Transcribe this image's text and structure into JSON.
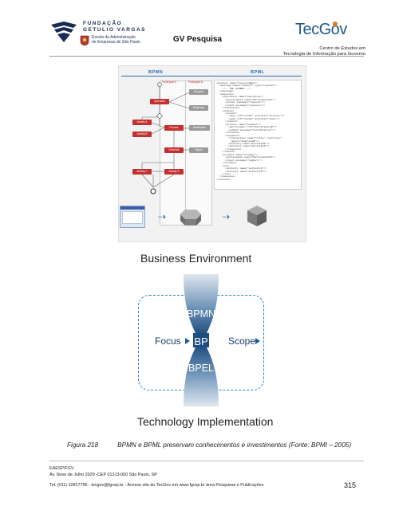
{
  "header": {
    "fgv_name_line1": "FUNDAÇÃO",
    "fgv_name_line2": "GETULIO VARGAS",
    "fgv_sub_line1": "Escola de Administração",
    "fgv_sub_line2": "de Empresas de São Paulo",
    "title": "GV Pesquisa",
    "tecgov_text": "TecGov",
    "tec_sub_line1": "Centro de Estudos em",
    "tec_sub_line2": "Tecnologia de Informação para Governo"
  },
  "figure1": {
    "bpmn_label": "BPMN",
    "bpml_label": "BPML",
    "participant_a": "Participant A",
    "participant_b": "Participant B",
    "nodes": {
      "request": "Request",
      "operation": "Operation",
      "response": "Response",
      "activity_a": "Activity A",
      "activity_b": "Activity B",
      "process": "Process",
      "notification": "Notification",
      "generate": "Generate",
      "signal": "Signal",
      "activity_c": "Activity C",
      "activity_d": "Activity D"
    },
    "code_lines": [
      "<process name=\"processName\">",
      "  <message name=\"request\" type=\"request\">",
      "    <!-- XML SCHEMA -->",
      "  </message>",
      "  <sequence>",
      "    <operation name=\"operation\">",
      "      <participant name=\"ParticipantB\"/>",
      "      <output message=\"request\"/>",
      "      <input message=\"response\"/>",
      "    </operation>",
      "    <choice>",
      "      <select>",
      "        <case ref=\"cond1\" activity=\"process\"/>",
      "        <case ref=\"cond2\" activity=\"case\"/>",
      "      </select>",
      "      <process name=\"product\">",
      "        <participant ref=\"ParticipantB\"/>",
      "        <output message=\"notification\"/>",
      "      </process>",
      "      <sequence>",
      "        <rulesaction name=\"rules\" type=\"one\"",
      "          model=\"modelsetB\"/>",
      "        <activity name=\"activityB\"/>",
      "        <activity name=\"activityA\"/>",
      "      </sequence>",
      "    </choice>",
      "    <produce name=\"produce\">",
      "      <participant name=\"ParticipantB\"/>",
      "      <input message=\"signal\"/>",
      "    </produce>",
      "    <all>",
      "      <activity name=\"activityC\"/>",
      "      <activity name=\"activityD\"/>",
      "    </all>",
      "  </sequence>",
      "</process>"
    ]
  },
  "figure2": {
    "top_title": "Business Environment",
    "bottom_title": "Technology Implementation",
    "bpmn": "BPMN",
    "bp": "BP",
    "bpel": "BPEL",
    "focus": "Focus",
    "scope": "Scope"
  },
  "caption": {
    "number": "Figura 218",
    "text": "BPMN e BPML preservam conhecimentos e investimentos (Fonte: BPMI – 2005)"
  },
  "footer": {
    "line1": "EAESP/FGV",
    "line2": "Av. Nove de Julho 2029 -CEP 01313-000 São Paulo, SP",
    "line3": "Tel. (011) 32817795  -  tecgov@fgvsp.br - Acesse site do TecGov em www.fgvsp.br área Pesquisas e Publicações",
    "page": "315"
  },
  "colors": {
    "accent_blue": "#2c7fc4",
    "brand_blue": "#1f5a84",
    "bpmn_red": "#c2312e",
    "hourglass_dark": "#1d4e80"
  }
}
